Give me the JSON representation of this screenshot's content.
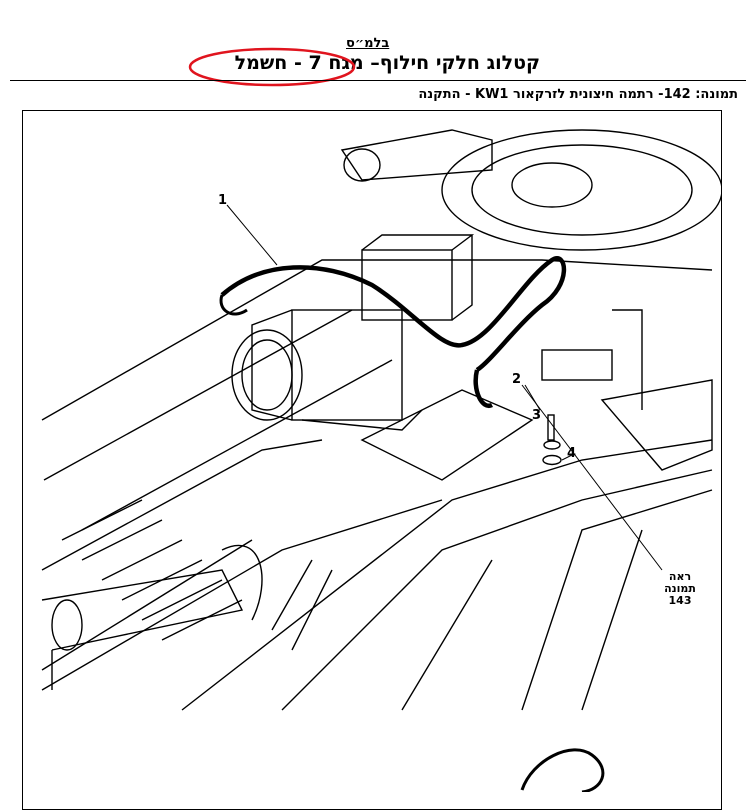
{
  "header": {
    "classification": "בלמ״ס",
    "title_main": "קטלוג חלקי חילוף",
    "title_sub": "– מגח 7 - חשמל"
  },
  "caption": "תמונה: 142- רתמה חיצונית לזרקאור KW1 - התקנה",
  "callouts": [
    "1",
    "2",
    "3",
    "4"
  ],
  "reference": {
    "line1": "ראה",
    "line2": "תמונה",
    "line3": "143"
  },
  "colors": {
    "ink": "#000000",
    "markup": "#e0141e"
  }
}
